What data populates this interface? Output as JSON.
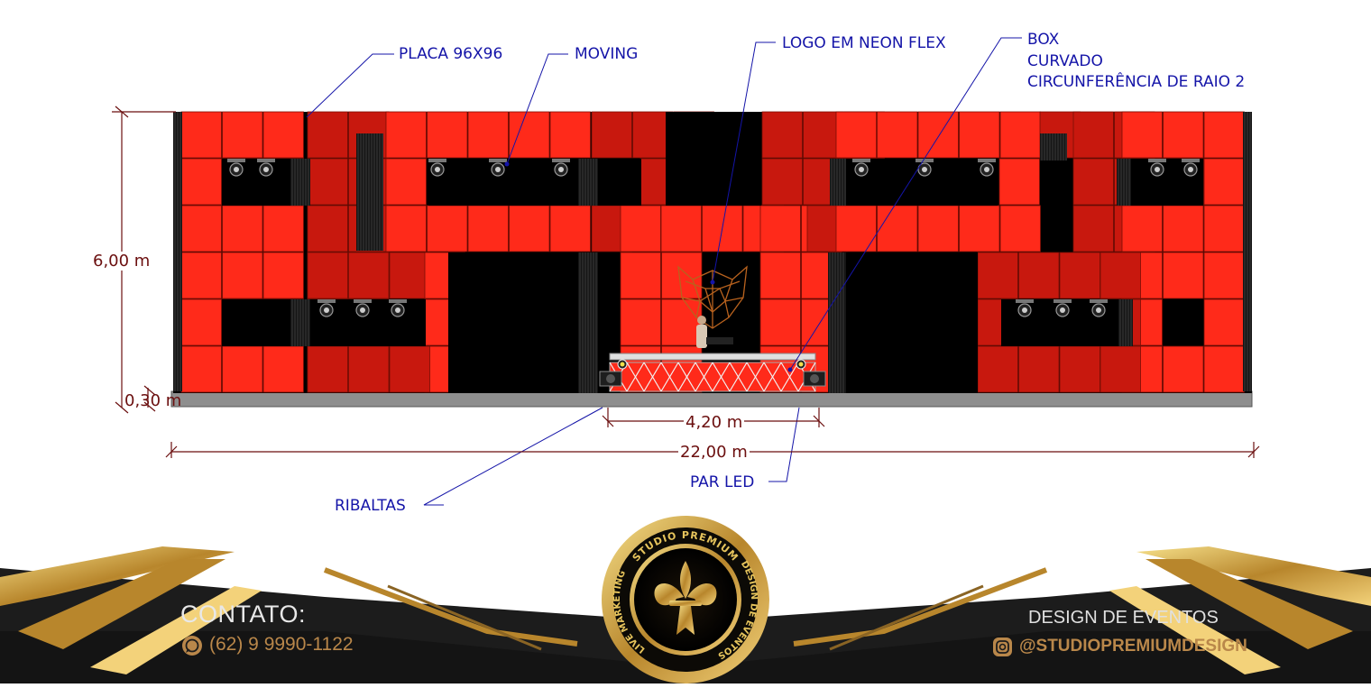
{
  "labels": {
    "placa": "PLACA 96X96",
    "moving": "MOVING",
    "logo": "LOGO EM NEON FLEX",
    "box": [
      "BOX",
      "CURVADO",
      "CIRCUNFERÊNCIA DE RAIO 2"
    ],
    "ribaltas": "RIBALTAS",
    "par_led": "PAR LED"
  },
  "dimensions": {
    "height": "6,00 m",
    "base": "0,30 m",
    "box_width": "4,20 m",
    "total_width": "22,00 m"
  },
  "footer": {
    "contact_title": "CONTATO:",
    "phone": "(62) 9 9990-1122",
    "design_label": "DESIGN DE EVENTOS",
    "instagram": "@STUDIOPREMIUMDESIGN",
    "logo_ring_top": "STUDIO PREMIUM",
    "logo_ring_right": "DESIGN DE EVENTOS",
    "logo_ring_left": "LIVE MARKETING"
  },
  "colors": {
    "panel": "#ff2a1a",
    "panel_dark": "#c8180e",
    "structure": "#000000",
    "callout": "#1414a8",
    "dimension": "#6b0f0f",
    "gold": "#c99a3a",
    "footer_bg": "#1c1c1c"
  },
  "icons": [
    "whatsapp-icon",
    "instagram-icon",
    "fleur-de-lis-icon"
  ]
}
